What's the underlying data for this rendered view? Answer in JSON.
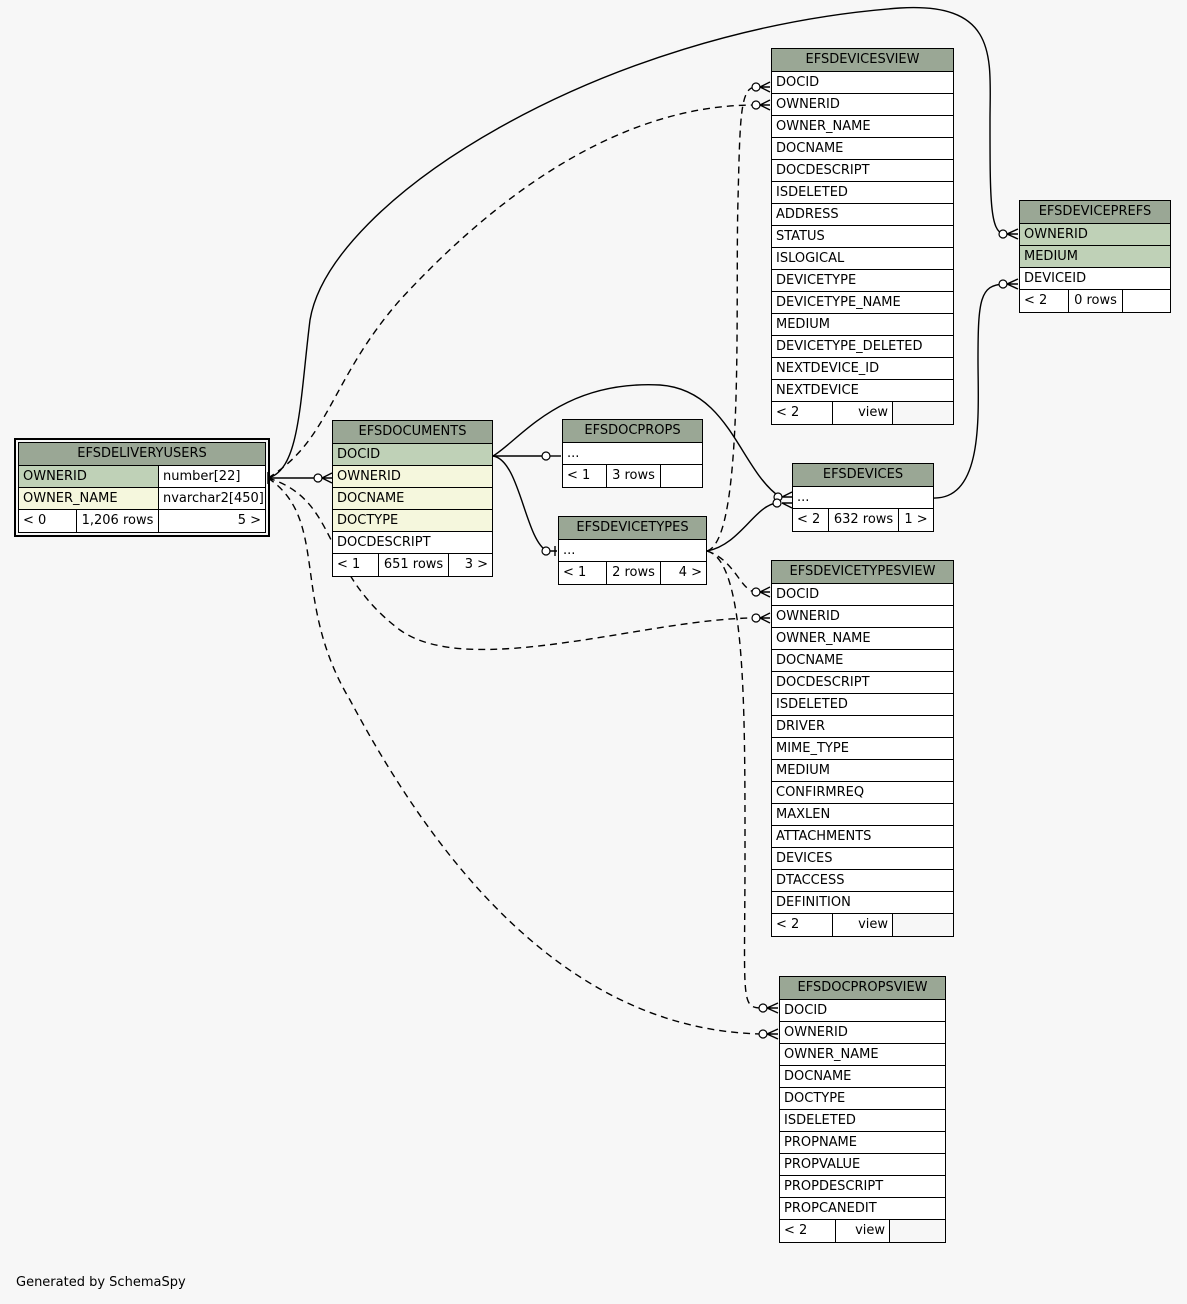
{
  "footer": "Generated by SchemaSpy",
  "colors": {
    "header": "#9aa795",
    "primary_key": "#bfd1b7",
    "foreign_key": "#f5f7dd",
    "background": "#f7f7f7"
  },
  "tables": {
    "efsdeliveryusers": {
      "title": "EFSDELIVERYUSERS",
      "rows": [
        {
          "name": "OWNERID",
          "type": "number[22]"
        },
        {
          "name": "OWNER_NAME",
          "type": "nvarchar2[450]"
        }
      ],
      "footer": {
        "parents": "< 0",
        "rows": "1,206 rows",
        "children": "5 >"
      }
    },
    "efsdocuments": {
      "title": "EFSDOCUMENTS",
      "rows": [
        "DOCID",
        "OWNERID",
        "DOCNAME",
        "DOCTYPE",
        "DOCDESCRIPT"
      ],
      "footer": {
        "parents": "< 1",
        "rows": "651 rows",
        "children": "3 >"
      }
    },
    "efsdocprops": {
      "title": "EFSDOCPROPS",
      "rows": [
        "..."
      ],
      "footer": {
        "parents": "< 1",
        "rows": "3 rows",
        "children": ""
      }
    },
    "efsdevicetypes": {
      "title": "EFSDEVICETYPES",
      "rows": [
        "..."
      ],
      "footer": {
        "parents": "< 1",
        "rows": "2 rows",
        "children": "4 >"
      }
    },
    "efsdevices": {
      "title": "EFSDEVICES",
      "rows": [
        "..."
      ],
      "footer": {
        "parents": "< 2",
        "rows": "632 rows",
        "children": "1 >"
      }
    },
    "efsdeviceprefs": {
      "title": "EFSDEVICEPREFS",
      "rows": [
        "OWNERID",
        "MEDIUM",
        "DEVICEID"
      ],
      "footer": {
        "parents": "< 2",
        "rows": "0 rows",
        "children": ""
      }
    },
    "efsdevicesview": {
      "title": "EFSDEVICESVIEW",
      "rows": [
        "DOCID",
        "OWNERID",
        "OWNER_NAME",
        "DOCNAME",
        "DOCDESCRIPT",
        "ISDELETED",
        "ADDRESS",
        "STATUS",
        "ISLOGICAL",
        "DEVICETYPE",
        "DEVICETYPE_NAME",
        "MEDIUM",
        "DEVICETYPE_DELETED",
        "NEXTDEVICE_ID",
        "NEXTDEVICE"
      ],
      "footer": {
        "parents": "< 2",
        "rows": "view",
        "children": ""
      }
    },
    "efsdevicetypesview": {
      "title": "EFSDEVICETYPESVIEW",
      "rows": [
        "DOCID",
        "OWNERID",
        "OWNER_NAME",
        "DOCNAME",
        "DOCDESCRIPT",
        "ISDELETED",
        "DRIVER",
        "MIME_TYPE",
        "MEDIUM",
        "CONFIRMREQ",
        "MAXLEN",
        "ATTACHMENTS",
        "DEVICES",
        "DTACCESS",
        "DEFINITION"
      ],
      "footer": {
        "parents": "< 2",
        "rows": "view",
        "children": ""
      }
    },
    "efsdocpropsview": {
      "title": "EFSDOCPROPSVIEW",
      "rows": [
        "DOCID",
        "OWNERID",
        "OWNER_NAME",
        "DOCNAME",
        "DOCTYPE",
        "ISDELETED",
        "PROPNAME",
        "PROPVALUE",
        "PROPDESCRIPT",
        "PROPCANEDIT"
      ],
      "footer": {
        "parents": "< 2",
        "rows": "view",
        "children": ""
      }
    }
  }
}
